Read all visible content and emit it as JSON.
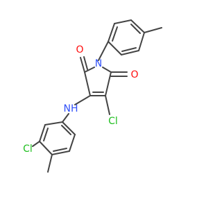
{
  "colors": {
    "bond": "#444444",
    "carbon": "#444444",
    "oxygen": "#ff0d0d",
    "nitrogen": "#3050f8",
    "chlorine": "#1fbf1f",
    "background": "#ffffff"
  },
  "atoms": [
    {
      "name": "atom-o-upper",
      "text": "O",
      "element": "oxygen"
    },
    {
      "name": "atom-n-ring",
      "text": "N",
      "element": "nitrogen"
    },
    {
      "name": "atom-o-right",
      "text": "O",
      "element": "oxygen"
    },
    {
      "name": "atom-cl-ring",
      "text": "Cl",
      "element": "chlorine"
    },
    {
      "name": "atom-nh",
      "text": "NH",
      "element": "nitrogen"
    },
    {
      "name": "atom-cl-aryl",
      "text": "Cl",
      "element": "chlorine"
    }
  ]
}
